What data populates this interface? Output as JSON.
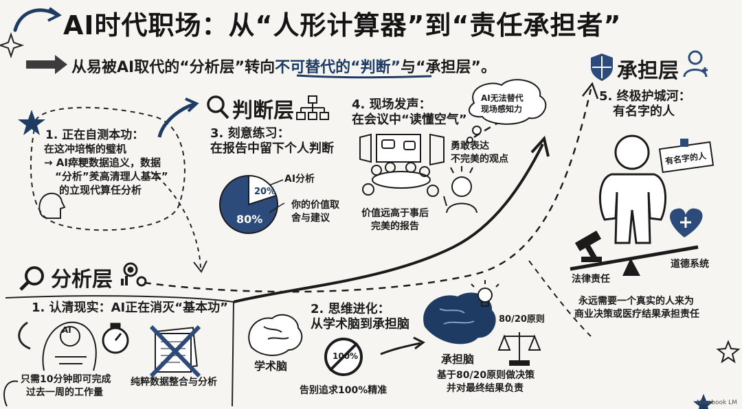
{
  "title": "AI时代职场：从“人形计算器”到“责任承担者”",
  "subtitle": {
    "prefix": "从易被AI取代的“分析层”转向",
    "highlight": "不可替代的“判断”",
    "suffix": "与“承担层”。"
  },
  "layers": {
    "analysis": "分析层",
    "judgment": "判断层",
    "responsibility": "承担层"
  },
  "section1": {
    "heading": "1. 正在自测本功：",
    "lines": [
      "在这冲培惭的璧机",
      "→ AI瘁粳数据追义，数据",
      "“分析”羑高清理人基本”",
      "的立现代算任分析"
    ]
  },
  "analysis_section": {
    "heading": "1. 认清现实：AI正在消灭“基本功”",
    "caption_left": [
      "只需10分钟即可完成",
      "过去一周的工作量"
    ],
    "caption_right": "纯粹数据整合与分析",
    "ai_label": "AI"
  },
  "section2": {
    "heading": [
      "2. 思维进化：",
      "从学术脑到承担脑"
    ],
    "academic": "学术脑",
    "stamp_value": "100%",
    "farewell": "告别追求100%精准",
    "bearer": "承担脑",
    "rule": "80/20原则",
    "bearer_caption": [
      "基于80/20原则做决策",
      "并对最终结果负责"
    ]
  },
  "section3": {
    "heading": [
      "3. 刻意练习：",
      "在报告中留下个人判断"
    ],
    "ai_label": "AI分析",
    "your_label": [
      "你的价值取",
      "舍与建议"
    ]
  },
  "section4": {
    "heading": [
      "4. 现场发声：",
      "在会议中“读懂空气”"
    ],
    "bubble": [
      "AI无法替代",
      "现场感知力"
    ],
    "brave": [
      "勇敢表达",
      "不完美的观点"
    ],
    "value": [
      "价值远高于事后",
      "完美的报告"
    ]
  },
  "section5": {
    "heading": [
      "5. 终极护城河：",
      "有名字的人"
    ],
    "badge": "有名字的人",
    "legal": "法律责任",
    "ethics": "道德系统",
    "caption": [
      "永远需要一个真实的人来为",
      "商业决策或医疗结果承担责任"
    ]
  },
  "watermark": "Notebook LM",
  "chart_data": {
    "type": "pie",
    "categories": [
      "AI分析",
      "你的价值取舍与建议"
    ],
    "values": [
      20,
      80
    ],
    "labels": [
      "20%",
      "80%"
    ],
    "colors": [
      "#ffffff",
      "#2c4a7a"
    ]
  }
}
